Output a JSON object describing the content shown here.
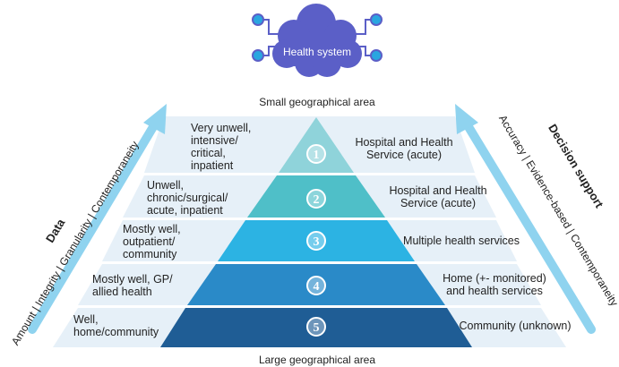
{
  "cloud": {
    "label": "Health system"
  },
  "top_caption": "Small geographical area",
  "bottom_caption": "Large geographical area",
  "left_axis": {
    "title": "Data",
    "qualities": "Amount | Integrity | Granularity | Contemporaneity"
  },
  "right_axis": {
    "title": "Decision support",
    "qualities": "Accuracy | Evidence-based | Contemporaneity"
  },
  "levels": [
    {
      "number": "1",
      "patient": "Very unwell, intensive/ critical, inpatient",
      "service": "Hospital and Health Service (acute)",
      "color": "#8fd3da"
    },
    {
      "number": "2",
      "patient": "Unwell, chronic/surgical/ acute, inpatient",
      "service": "Hospital and Health Service (acute)",
      "color": "#4fbfc8"
    },
    {
      "number": "3",
      "patient": "Mostly well, outpatient/ community",
      "service": "Multiple health services",
      "color": "#2cb3e3"
    },
    {
      "number": "4",
      "patient": "Mostly well, GP/ allied health",
      "service": "Home (+- monitored) and health services",
      "color": "#2a8ac8"
    },
    {
      "number": "5",
      "patient": "Well, home/community",
      "service": "Community (unknown)",
      "color": "#1f5d95"
    }
  ],
  "colors": {
    "band_bg": "#dbeaf5",
    "arrow": "#8fd3ef",
    "cloud": "#5b5fc7",
    "node": "#2aa6e0"
  }
}
